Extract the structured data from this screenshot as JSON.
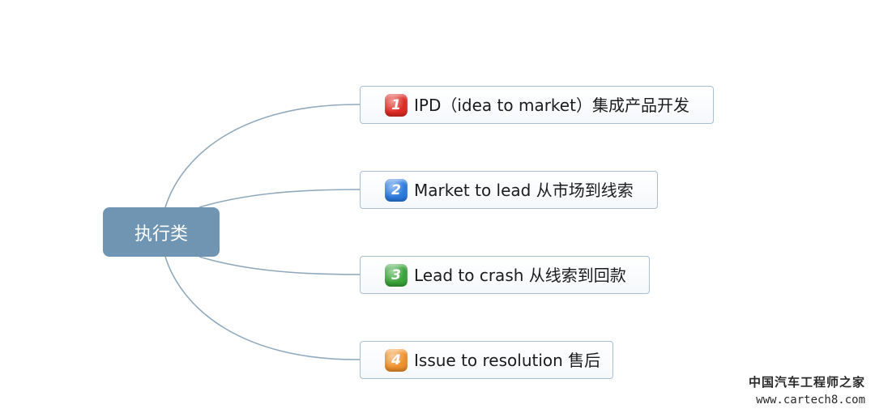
{
  "root": {
    "label": "执行类",
    "color": "#6f95b2"
  },
  "branches": [
    {
      "number": "1",
      "label": "IPD（idea to market）集成产品开发",
      "badge_color": "#e02b24"
    },
    {
      "number": "2",
      "label": "Market to lead 从市场到线索",
      "badge_color": "#2b7be0"
    },
    {
      "number": "3",
      "label": "Lead to crash 从线索到回款",
      "badge_color": "#3aa53a"
    },
    {
      "number": "4",
      "label": "Issue to resolution 售后",
      "badge_color": "#f0922c"
    }
  ],
  "connector_color": "#8fa9bd",
  "watermark": {
    "line1": "中国汽车工程师之家",
    "line2": "www.cartech8.com"
  }
}
